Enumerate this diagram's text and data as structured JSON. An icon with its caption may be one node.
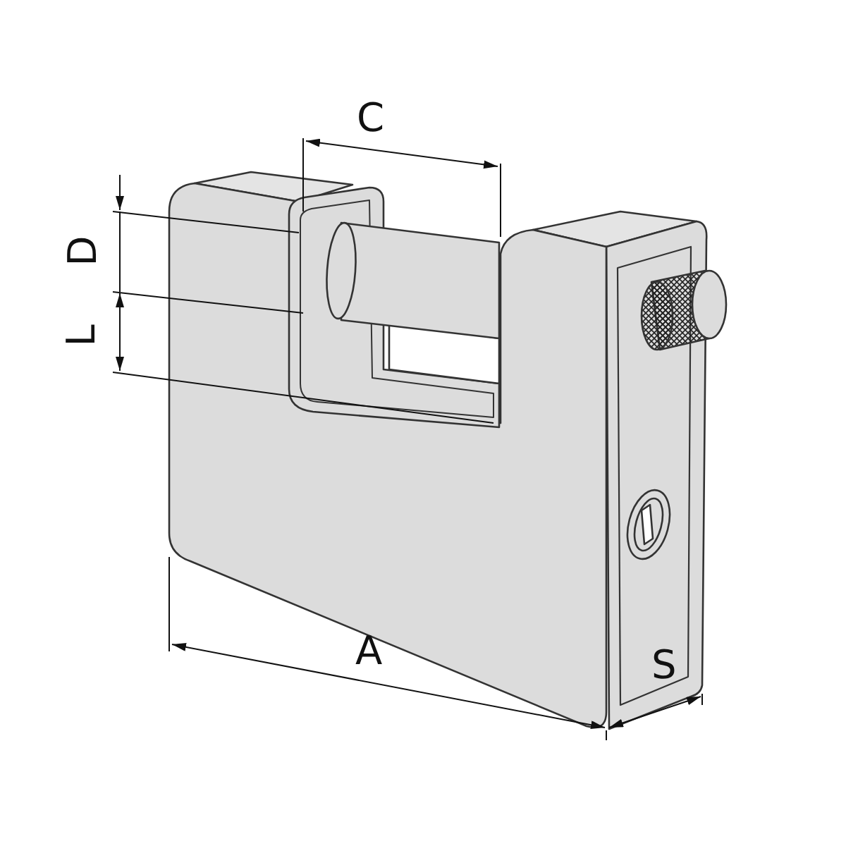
{
  "diagram": {
    "labels": [
      "C",
      "D",
      "L",
      "A",
      "S"
    ]
  }
}
